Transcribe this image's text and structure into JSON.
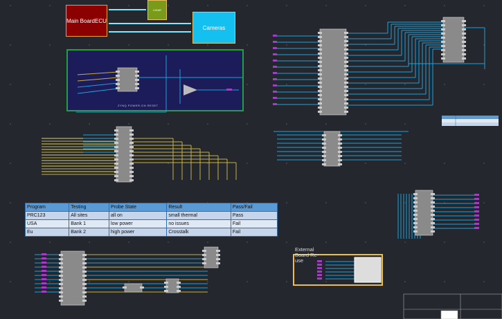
{
  "blocks": {
    "ecu": "Main BoardECU",
    "lidar": "LIDAR",
    "cameras": "Cameras"
  },
  "power_reset": {
    "title": "ZYNQ POWER-ON RESET"
  },
  "test_table": {
    "headers": [
      "Program",
      "Testing",
      "Probe State",
      "Result",
      "Pass/Fail"
    ],
    "rows": [
      [
        "PRC123",
        "All sites",
        "all on",
        "small thermal",
        "Pass"
      ],
      [
        "USA",
        "Bank 1",
        "low power",
        "no issues",
        "Fail"
      ],
      [
        "Eu",
        "Bank 2",
        "high power",
        "Crosstalk",
        "Fail"
      ]
    ]
  },
  "external_board": {
    "label": "External Board Re-use"
  },
  "colors": {
    "background": "#24272e",
    "wire": "#1ea0d8",
    "wire_alt": "#c8b040",
    "net_label": "#a040c0",
    "ic": "#8a8a8a",
    "frame_green": "#20a040",
    "frame_yellow": "#f0c030"
  }
}
